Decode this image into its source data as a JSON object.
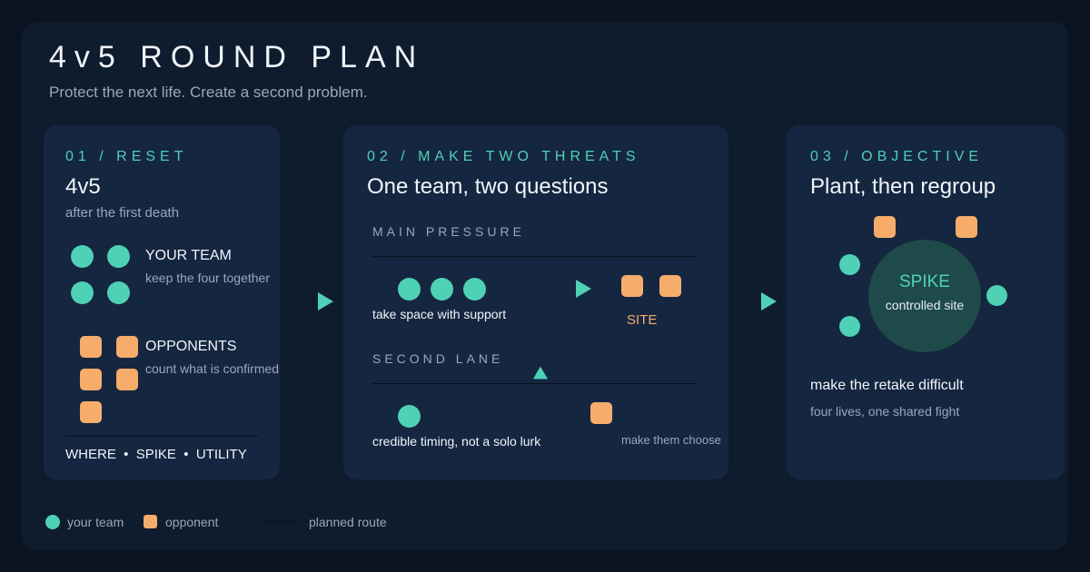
{
  "header": {
    "title": "4v5 ROUND PLAN",
    "subtitle": "Protect the next life. Create a second problem."
  },
  "cards": [
    {
      "step": "01 / RESET",
      "heading": "4v5",
      "caption": "after the first death",
      "team_title": "YOUR TEAM",
      "team_note": "keep the four together",
      "opp_title": "OPPONENTS",
      "opp_note": "count what is confirmed",
      "footer": "WHERE  •  SPIKE  •  UTILITY"
    },
    {
      "step": "02 / MAKE TWO THREATS",
      "heading": "One team, two questions",
      "main_lane": "MAIN PRESSURE",
      "main_note": "take space with support",
      "site_label": "SITE",
      "second_lane": "SECOND LANE",
      "second_note": "credible timing, not a solo lurk",
      "choose_note": "make them choose"
    },
    {
      "step": "03 / OBJECTIVE",
      "heading": "Plant, then regroup",
      "spike_title": "SPIKE",
      "spike_sub": "controlled site",
      "note_title": "make the retake difficult",
      "note_sub": "four lives, one shared fight"
    }
  ],
  "legend": {
    "team": "your team",
    "opponent": "opponent",
    "route": "planned route"
  },
  "colors": {
    "background": "#0b1320",
    "panel": "#0f1c2e",
    "card": "#152641",
    "team": "#4fd1b5",
    "opponent": "#f6ad6b",
    "spike_zone": "#1f4a4a",
    "text": "#f1f5f9",
    "muted": "#9aa7ba"
  }
}
